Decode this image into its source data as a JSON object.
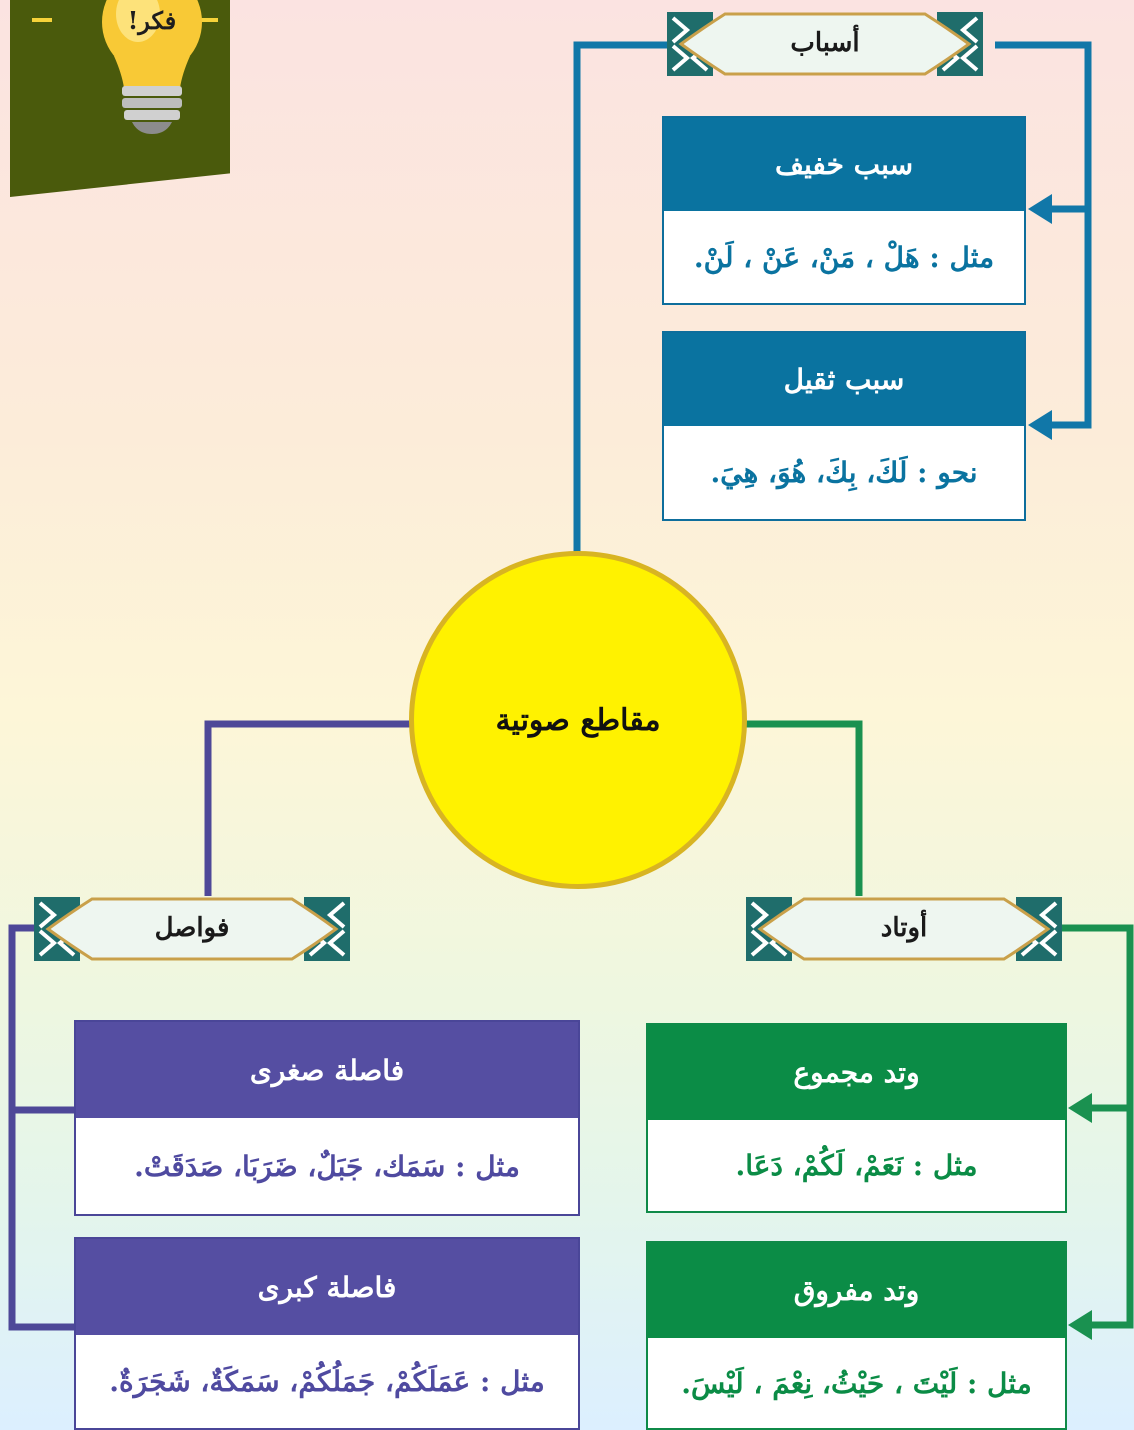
{
  "think": {
    "label": "فكر!"
  },
  "center": {
    "title": "مقاطع صوتية"
  },
  "asbab": {
    "title": "أسباب",
    "cards": [
      {
        "head": "سبب خفيف",
        "body": "مثل : هَلْ ، مَنْ، عَنْ ، لَنْ."
      },
      {
        "head": "سبب ثقيل",
        "body": "نحو : لَكَ، بِكَ، هُوَ، هِيَ."
      }
    ]
  },
  "fawasil": {
    "title": "فواصل",
    "cards": [
      {
        "head": "فاصلة صغرى",
        "body": "مثل : سَمَك، جَبَلٌ، ضَرَبَا، صَدَقَتْ."
      },
      {
        "head": "فاصلة كبرى",
        "body": "مثل : عَمَلَكُمْ، جَمَلُكُمْ، سَمَكَةٌ، شَجَرَةٌ."
      }
    ]
  },
  "awtad": {
    "title": "أوتاد",
    "cards": [
      {
        "head": "وتد مجموع",
        "body": "مثل : نَعَمْ، لَكُمْ، دَعَا."
      },
      {
        "head": "وتد مفروق",
        "body": "مثل : لَيْتَ ، حَيْثُ، نِعْمَ ، لَيْسَ."
      }
    ]
  },
  "colors": {
    "blue": "#0a73a0",
    "purple": "#554ea2",
    "green": "#0b8c46",
    "yellow": "#fff200",
    "think_bg": "#4a5a0c"
  }
}
